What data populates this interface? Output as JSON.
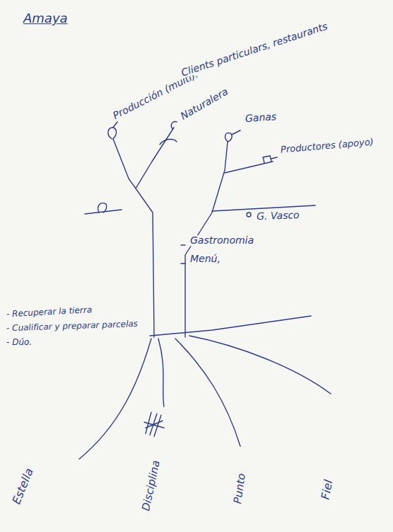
{
  "diagram": {
    "title": "Amaya",
    "labels": [
      "Producción (multi).",
      "Clients particulars, restaurants",
      "Naturalera",
      "Ganas",
      "Productores (apoyo)",
      "G. Vasco",
      "Gastronomia",
      "Menú,",
      "- Recuperar la tierra",
      "- Cualificar y preparar parcelas",
      "- Dúo.",
      "Estella",
      "Disciplina",
      "Punto",
      "Fiel"
    ]
  }
}
